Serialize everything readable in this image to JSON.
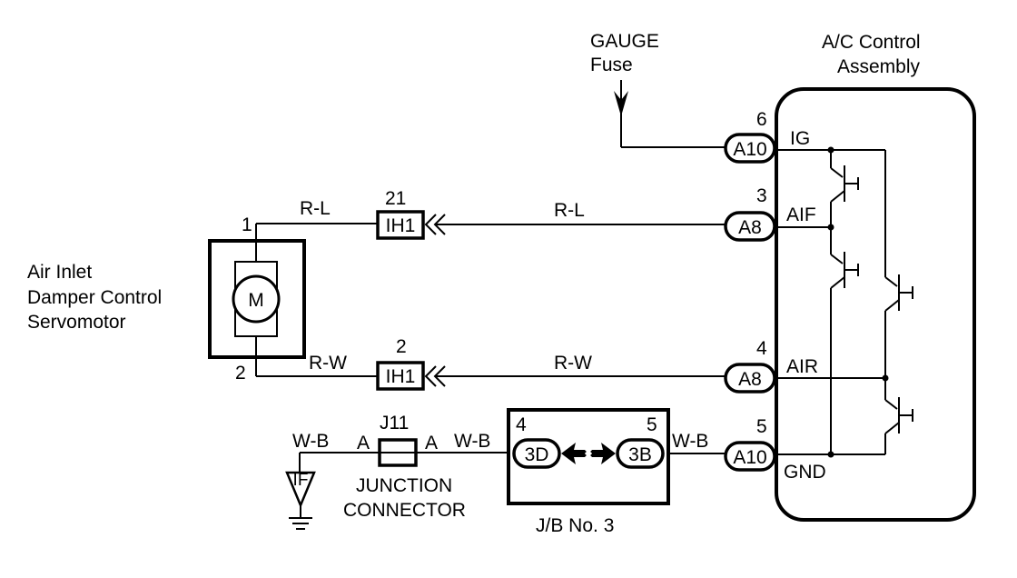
{
  "fuse": {
    "line1": "GAUGE",
    "line2": "Fuse"
  },
  "assembly": {
    "line1": "A/C Control",
    "line2": "Assembly"
  },
  "motor": {
    "line1": "Air Inlet",
    "line2": "Damper Control",
    "line3": "Servomotor",
    "symbol": "M",
    "pin_top": "1",
    "pin_bottom": "2"
  },
  "connectors": {
    "ih1_top": {
      "label": "IH1",
      "pin": "21"
    },
    "ih1_bottom": {
      "label": "IH1",
      "pin": "2"
    },
    "a10_ig": {
      "label": "A10",
      "pin": "6",
      "terminal": "IG"
    },
    "a8_aif": {
      "label": "A8",
      "pin": "3",
      "terminal": "AIF"
    },
    "a8_air": {
      "label": "A8",
      "pin": "4",
      "terminal": "AIR"
    },
    "a10_gnd": {
      "label": "A10",
      "pin": "5",
      "terminal": "GND"
    }
  },
  "wires": {
    "rl_left": "R-L",
    "rl_right": "R-L",
    "rw_left": "R-W",
    "rw_right": "R-W",
    "wb_ground": "W-B",
    "wb_junction": "W-B",
    "wb_jb": "W-B"
  },
  "junction": {
    "name": "J11",
    "pin_left": "A",
    "pin_right": "A",
    "line1": "JUNCTION",
    "line2": "CONNECTOR"
  },
  "ground": {
    "label": "IF"
  },
  "jb": {
    "left_label": "3D",
    "right_label": "3B",
    "left_pin": "4",
    "right_pin": "5",
    "title": "J/B No. 3"
  }
}
